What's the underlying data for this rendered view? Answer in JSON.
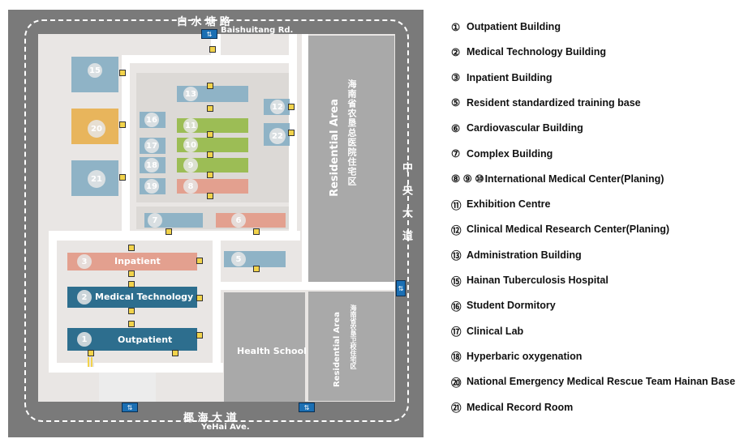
{
  "roads": {
    "north_cn": "白  水  塘  路",
    "north_en": "Baishuitang Rd.",
    "south_cn": "椰  海  大  道",
    "south_en": "YeHai Ave.",
    "east_cn": "中  央  大  道"
  },
  "areas": {
    "residential_1_cn": "海南省农垦总医院住宅区",
    "residential_1_en": "Residential Area",
    "residential_2_cn": "海南省农垦卫校住宅区",
    "residential_2_en": "Residential Area",
    "health_school": "Health School"
  },
  "buildings": {
    "b1": {
      "num": "1",
      "label": "Outpatient"
    },
    "b2": {
      "num": "2",
      "label": "Medical Technology"
    },
    "b3": {
      "num": "3",
      "label": "Inpatient"
    },
    "b5": {
      "num": "5"
    },
    "b6": {
      "num": "6"
    },
    "b7": {
      "num": "7"
    },
    "b8": {
      "num": "8"
    },
    "b9": {
      "num": "9"
    },
    "b10": {
      "num": "10"
    },
    "b11": {
      "num": "11"
    },
    "b12": {
      "num": "12"
    },
    "b13": {
      "num": "13"
    },
    "b15": {
      "num": "15"
    },
    "b16": {
      "num": "16"
    },
    "b17": {
      "num": "17"
    },
    "b18": {
      "num": "18"
    },
    "b19": {
      "num": "19"
    },
    "b20": {
      "num": "20"
    },
    "b21": {
      "num": "21"
    },
    "b22": {
      "num": "22"
    }
  },
  "legend": [
    {
      "num": "①",
      "label": "Outpatient Building"
    },
    {
      "num": "②",
      "label": "Medical Technology Building"
    },
    {
      "num": "③",
      "label": "Inpatient Building"
    },
    {
      "num": "⑤",
      "label": "Resident standardized training base"
    },
    {
      "num": "⑥",
      "label": "Cardiovascular Building"
    },
    {
      "num": "⑦",
      "label": "Complex Building"
    },
    {
      "num": "⑧ ⑨ ⑩",
      "label": "International Medical Center(Planing)"
    },
    {
      "num": "⑪",
      "label": "Exhibition Centre"
    },
    {
      "num": "⑫",
      "label": "Clinical Medical Research Center(Planing)"
    },
    {
      "num": "⑬",
      "label": "Administration Building"
    },
    {
      "num": "⑮",
      "label": "Hainan Tuberculosis Hospital"
    },
    {
      "num": "⑯",
      "label": "Student Dormitory"
    },
    {
      "num": "⑰",
      "label": "Clinical Lab"
    },
    {
      "num": "⑱",
      "label": "Hyperbaric oxygenation"
    },
    {
      "num": "⑳",
      "label": "National Emergency Medical Rescue Team Hainan Base"
    },
    {
      "num": "㉑",
      "label": "Medical Record Room"
    }
  ],
  "colors": {
    "road": "#7a7a7a",
    "ground": "#e9e6e4",
    "path": "#ffffff",
    "residential": "#a9a9a9",
    "blue_dark": "#2d6e8e",
    "blue_light": "#8fb3c6",
    "salmon": "#e3a08f",
    "green": "#9cbd55",
    "yellow": "#e8b55c"
  }
}
